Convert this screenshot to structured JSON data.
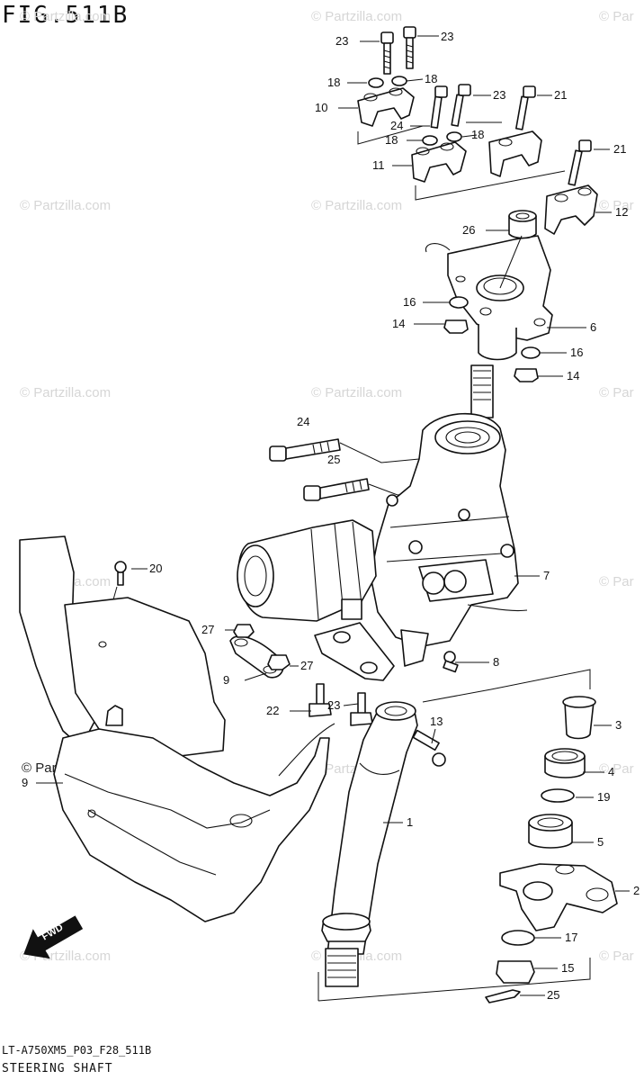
{
  "figure": {
    "title": "FIG.511B",
    "code": "LT-A750XM5_P03_F28_511B",
    "caption": "STEERING SHAFT",
    "direction_badge": "FWD"
  },
  "watermarks": {
    "brand": "© Partzilla.com",
    "brand_clipped": "© Par"
  },
  "callouts": [
    "1",
    "2",
    "3",
    "4",
    "5",
    "6",
    "7",
    "8",
    "9",
    "10",
    "11",
    "11",
    "12",
    "13",
    "14",
    "14",
    "15",
    "16",
    "16",
    "17",
    "18",
    "18",
    "18",
    "18",
    "19",
    "20",
    "21",
    "21",
    "22",
    "22",
    "23",
    "23",
    "23",
    "23",
    "24",
    "24",
    "25",
    "26",
    "27",
    "27"
  ]
}
